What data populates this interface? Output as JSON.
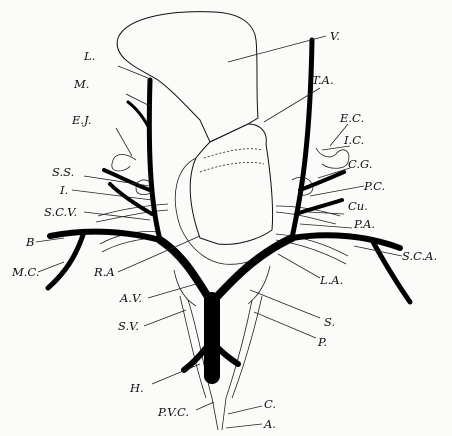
{
  "figure": {
    "labels": {
      "V": "V.",
      "L": "L.",
      "TA": "T.A.",
      "M": "M.",
      "EJ": "E.J.",
      "EC": "E.C.",
      "IC": "I.C.",
      "SS": "S.S.",
      "CG": "C.G.",
      "I": "I.",
      "PC": "P.C.",
      "SCV": "S.C.V.",
      "Cu": "Cu.",
      "PA": "P.A.",
      "B": "B",
      "SCA": "S.C.A.",
      "MC": "M.C.",
      "RA": "R.A",
      "LA": "L.A.",
      "AV": "A.V.",
      "SV": "S.V.",
      "S": "S.",
      "P": "P.",
      "H": "H.",
      "PVC": "P.V.C.",
      "C": "C.",
      "A": "A."
    }
  }
}
